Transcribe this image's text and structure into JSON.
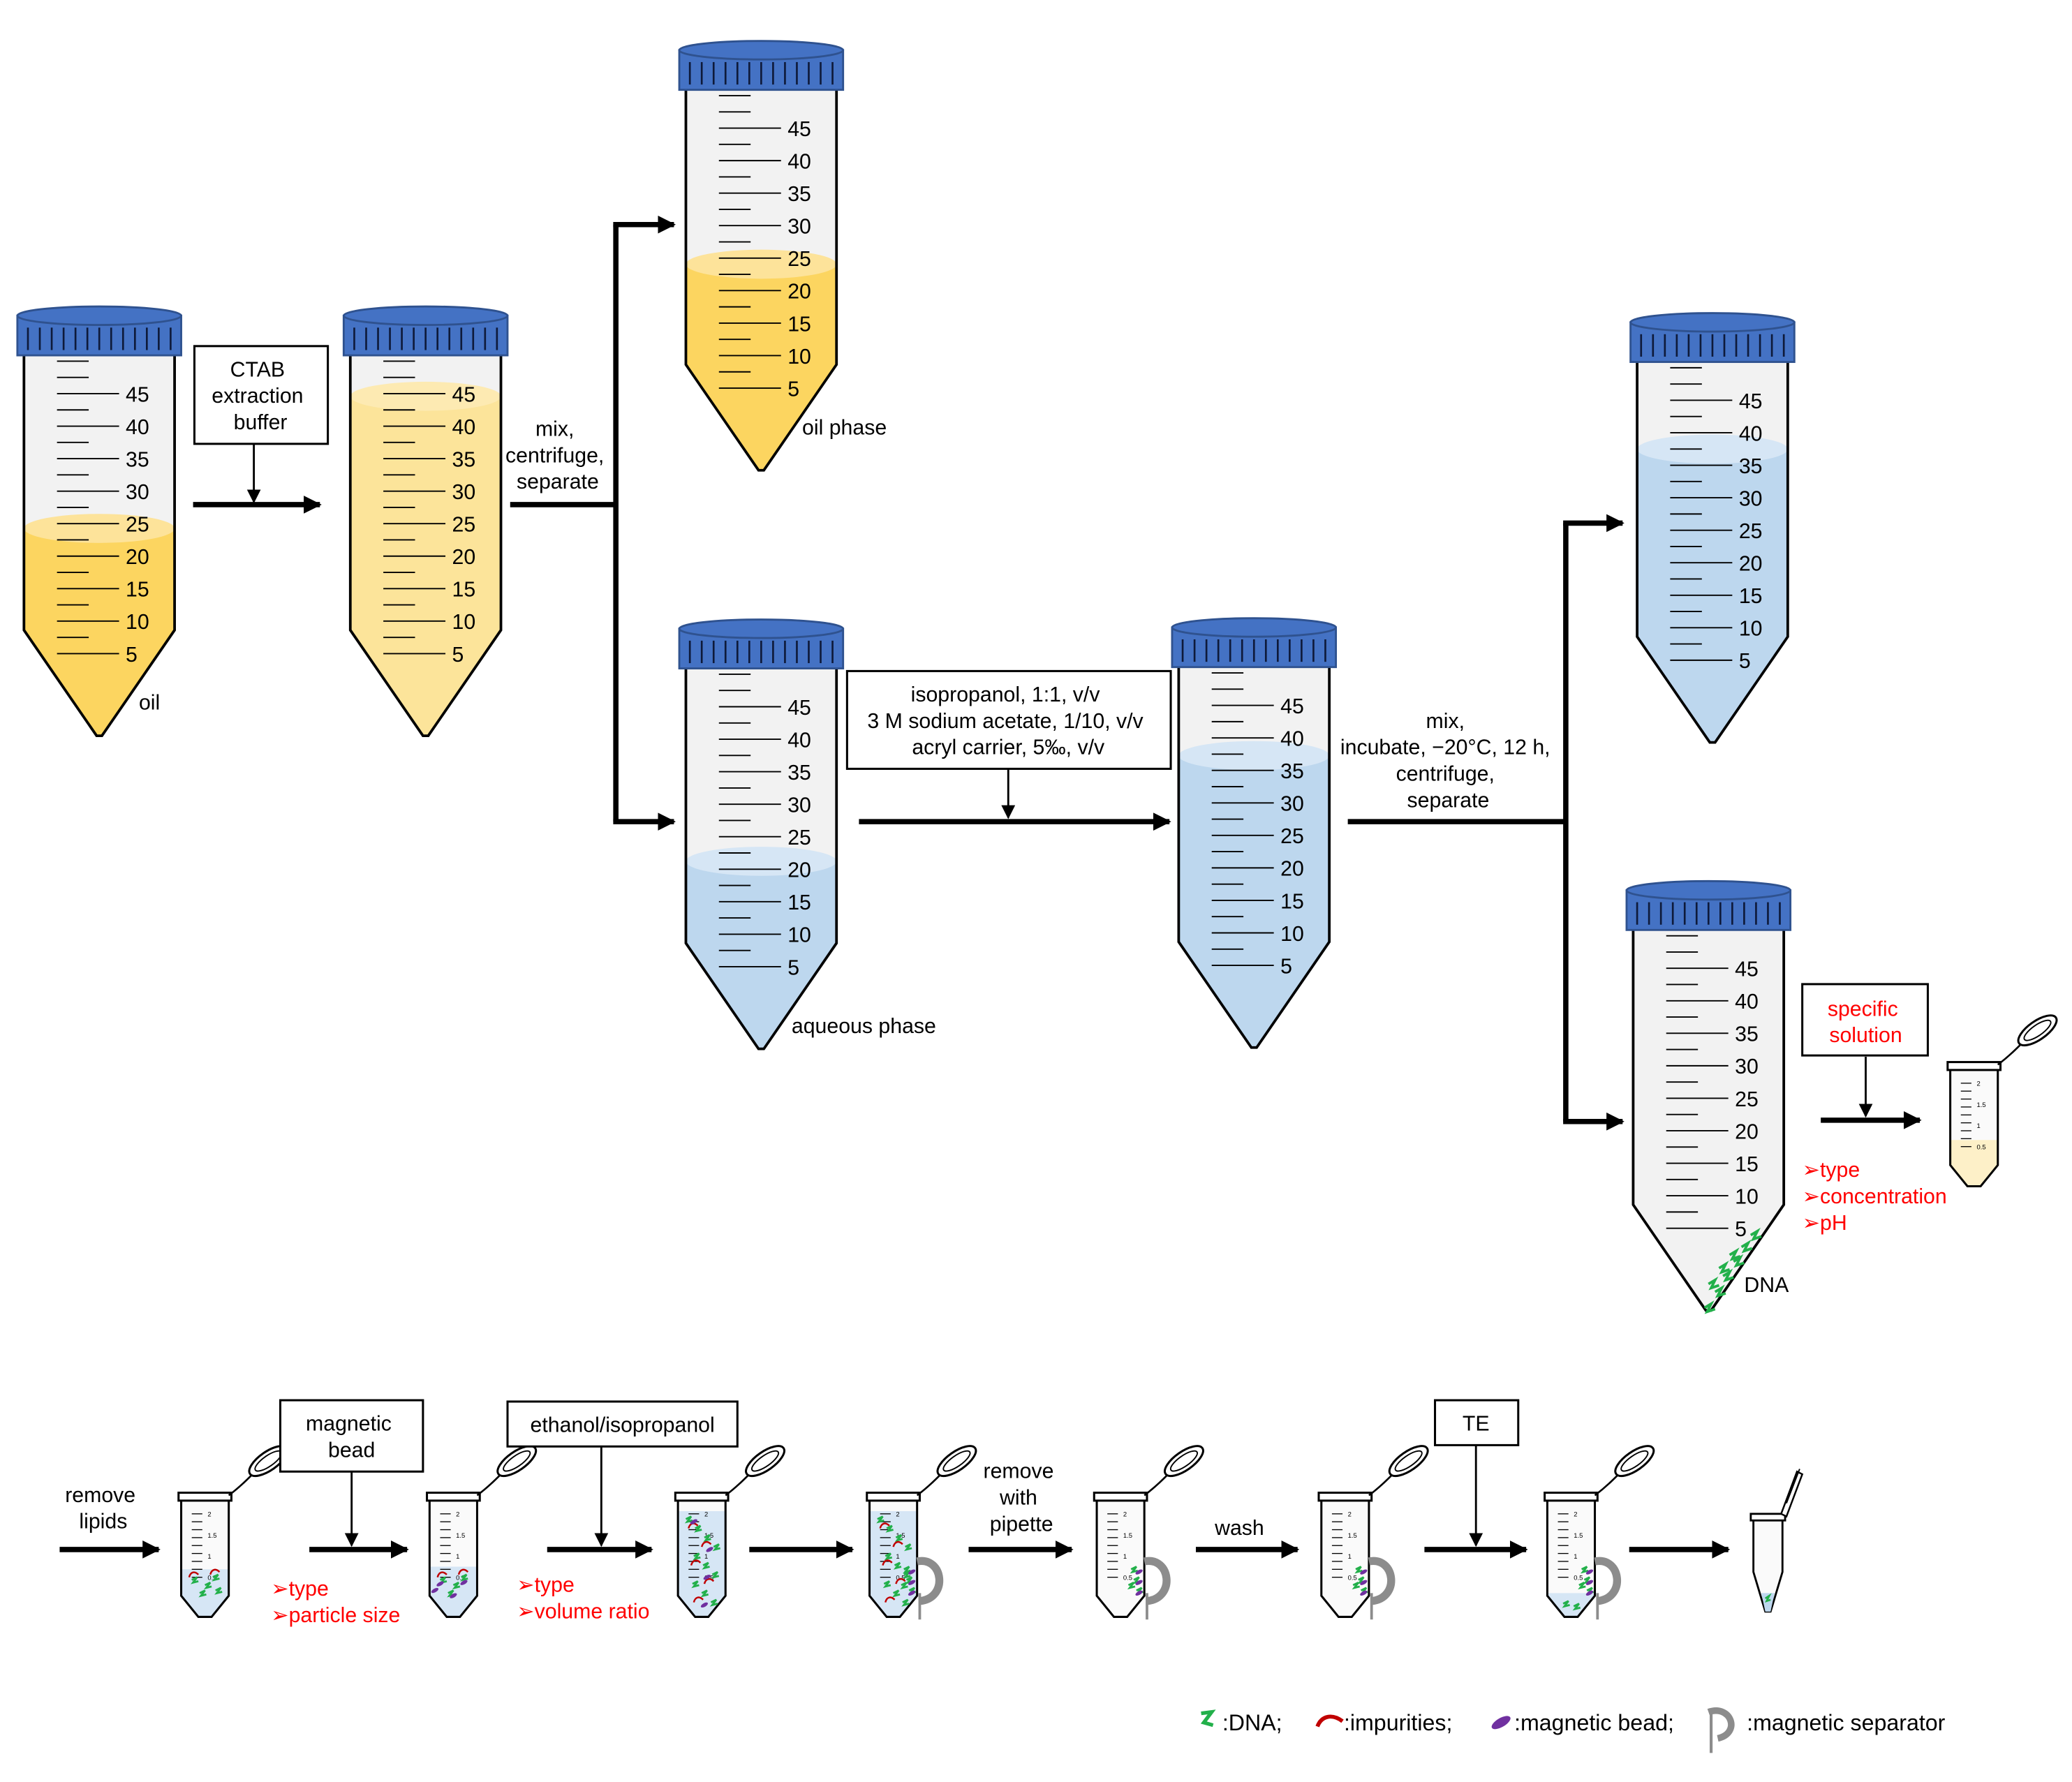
{
  "tube_scale": [
    "45",
    "40",
    "35",
    "30",
    "25",
    "20",
    "15",
    "10",
    "5"
  ],
  "microtube_scale": [
    "2",
    "1.5",
    "1",
    "0.5"
  ],
  "labels": {
    "oil": "oil",
    "oil_phase": "oil phase",
    "aqueous_phase": "aqueous phase",
    "dna": "DNA"
  },
  "boxes": {
    "ctab": [
      "CTAB",
      "extraction",
      "buffer"
    ],
    "precip": [
      "isopropanol, 1:1, v/v",
      "3 M sodium acetate, 1/10, v/v",
      "acryl carrier, 5‰, v/v"
    ],
    "specific": [
      "specific",
      "solution"
    ],
    "magnetic": [
      "magnetic",
      "bead"
    ],
    "ethanol": [
      "ethanol/isopropanol"
    ],
    "te": [
      "TE"
    ]
  },
  "steps": {
    "mix1": [
      "mix,",
      "centrifuge,",
      "separate"
    ],
    "mix2": [
      "mix,",
      "incubate, −20°C, 12 h,",
      "centrifuge,",
      "separate"
    ],
    "remove_lipids": [
      "remove",
      "lipids"
    ],
    "remove_pipette": [
      "remove",
      "with",
      "pipette"
    ],
    "wash": [
      "wash"
    ]
  },
  "param_lists": {
    "solution": [
      "➢type",
      "➢concentration",
      "➢pH"
    ],
    "bead": [
      "➢type",
      "➢particle size"
    ],
    "ratio": [
      "➢type",
      "➢volume ratio"
    ]
  },
  "legend": {
    "dna": ":DNA;",
    "impurities": ":impurities;",
    "bead": ":magnetic bead;",
    "separator": ":magnetic separator"
  },
  "colors": {
    "cap": "#4472c4",
    "cap_dark": "#2f528f",
    "oil": "#fcd560",
    "oil_light": "#fde39a",
    "mixed": "#fce49a",
    "aqueous": "#bdd7ee",
    "aqueous_light": "#d6e6f5",
    "dna": "#22b04a",
    "impurity": "#c00000",
    "bead": "#7030a0",
    "separator": "#8c8c8c",
    "highlight": "#ff0000"
  }
}
